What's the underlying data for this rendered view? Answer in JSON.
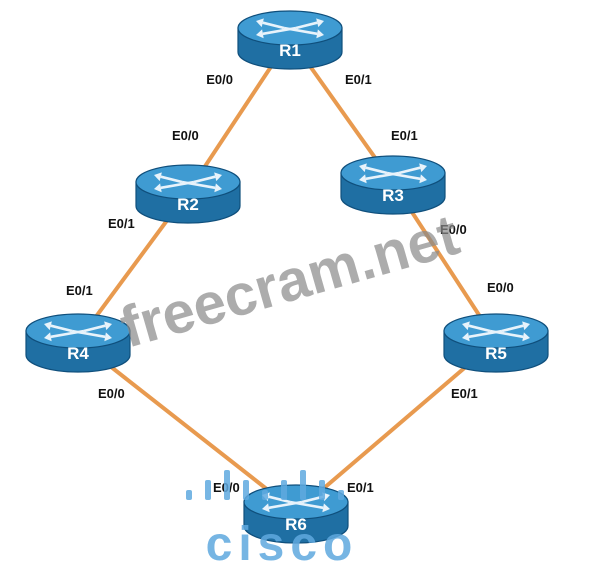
{
  "colors": {
    "link": "#e89a4f",
    "router_top": "#3f9bd2",
    "router_body": "#1f6fa3",
    "router_edge": "#0f4f7c",
    "arrow": "#e8f3fb",
    "watermark": "#8a8a8a",
    "logo": "#5fa9df"
  },
  "routers": [
    {
      "id": "R1",
      "label": "R1"
    },
    {
      "id": "R2",
      "label": "R2"
    },
    {
      "id": "R3",
      "label": "R3"
    },
    {
      "id": "R4",
      "label": "R4"
    },
    {
      "id": "R5",
      "label": "R5"
    },
    {
      "id": "R6",
      "label": "R6"
    }
  ],
  "links": [
    {
      "from": "R1",
      "to": "R2",
      "from_port": "E0/0",
      "to_port": "E0/0"
    },
    {
      "from": "R1",
      "to": "R3",
      "from_port": "E0/1",
      "to_port": "E0/1"
    },
    {
      "from": "R2",
      "to": "R4",
      "from_port": "E0/1",
      "to_port": "E0/1"
    },
    {
      "from": "R3",
      "to": "R5",
      "from_port": "E0/0",
      "to_port": "E0/0"
    },
    {
      "from": "R4",
      "to": "R6",
      "from_port": "E0/0",
      "to_port": "E0/0"
    },
    {
      "from": "R5",
      "to": "R6",
      "from_port": "E0/1",
      "to_port": "E0/1"
    }
  ],
  "watermark": {
    "text": "freecram.net"
  },
  "logo": {
    "text": "cisco",
    "icon": "cisco-bars-logo"
  }
}
